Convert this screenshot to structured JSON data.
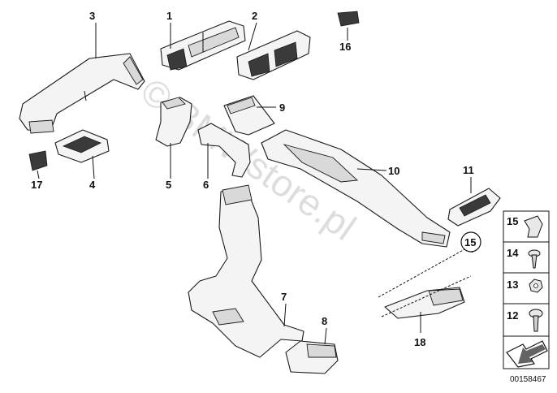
{
  "watermark": "© BMWstore.pl",
  "callouts": {
    "c1": "1",
    "c2": "2",
    "c3": "3",
    "c4": "4",
    "c5": "5",
    "c6": "6",
    "c7": "7",
    "c8": "8",
    "c9": "9",
    "c10": "10",
    "c11": "11",
    "c15": "15",
    "c16": "16",
    "c17": "17",
    "c18": "18"
  },
  "legend": {
    "l15": "15",
    "l14": "14",
    "l13": "13",
    "l12": "12"
  },
  "reference_code": "00158467"
}
